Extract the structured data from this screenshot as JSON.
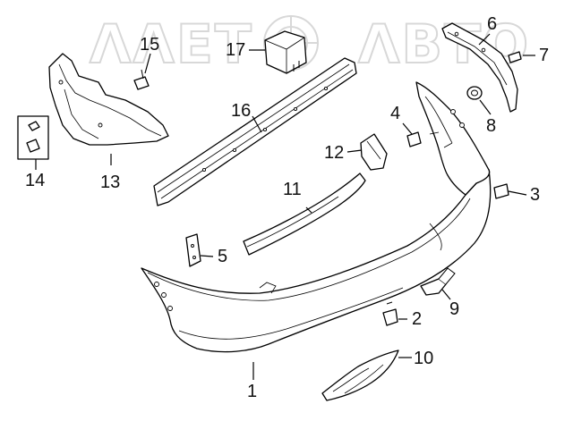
{
  "watermark": "ΛΛΕΤ",
  "watermark_2": "ΛΒΤΟ",
  "callouts": [
    {
      "id": "1",
      "text": "1"
    },
    {
      "id": "2",
      "text": "2"
    },
    {
      "id": "3",
      "text": "3"
    },
    {
      "id": "4",
      "text": "4"
    },
    {
      "id": "5",
      "text": "5"
    },
    {
      "id": "6",
      "text": "6"
    },
    {
      "id": "7",
      "text": "7"
    },
    {
      "id": "8",
      "text": "8"
    },
    {
      "id": "9",
      "text": "9"
    },
    {
      "id": "10",
      "text": "10"
    },
    {
      "id": "11",
      "text": "11"
    },
    {
      "id": "12",
      "text": "12"
    },
    {
      "id": "13",
      "text": "13"
    },
    {
      "id": "14",
      "text": "14"
    },
    {
      "id": "15",
      "text": "15"
    },
    {
      "id": "16",
      "text": "16"
    },
    {
      "id": "17",
      "text": "17"
    }
  ]
}
